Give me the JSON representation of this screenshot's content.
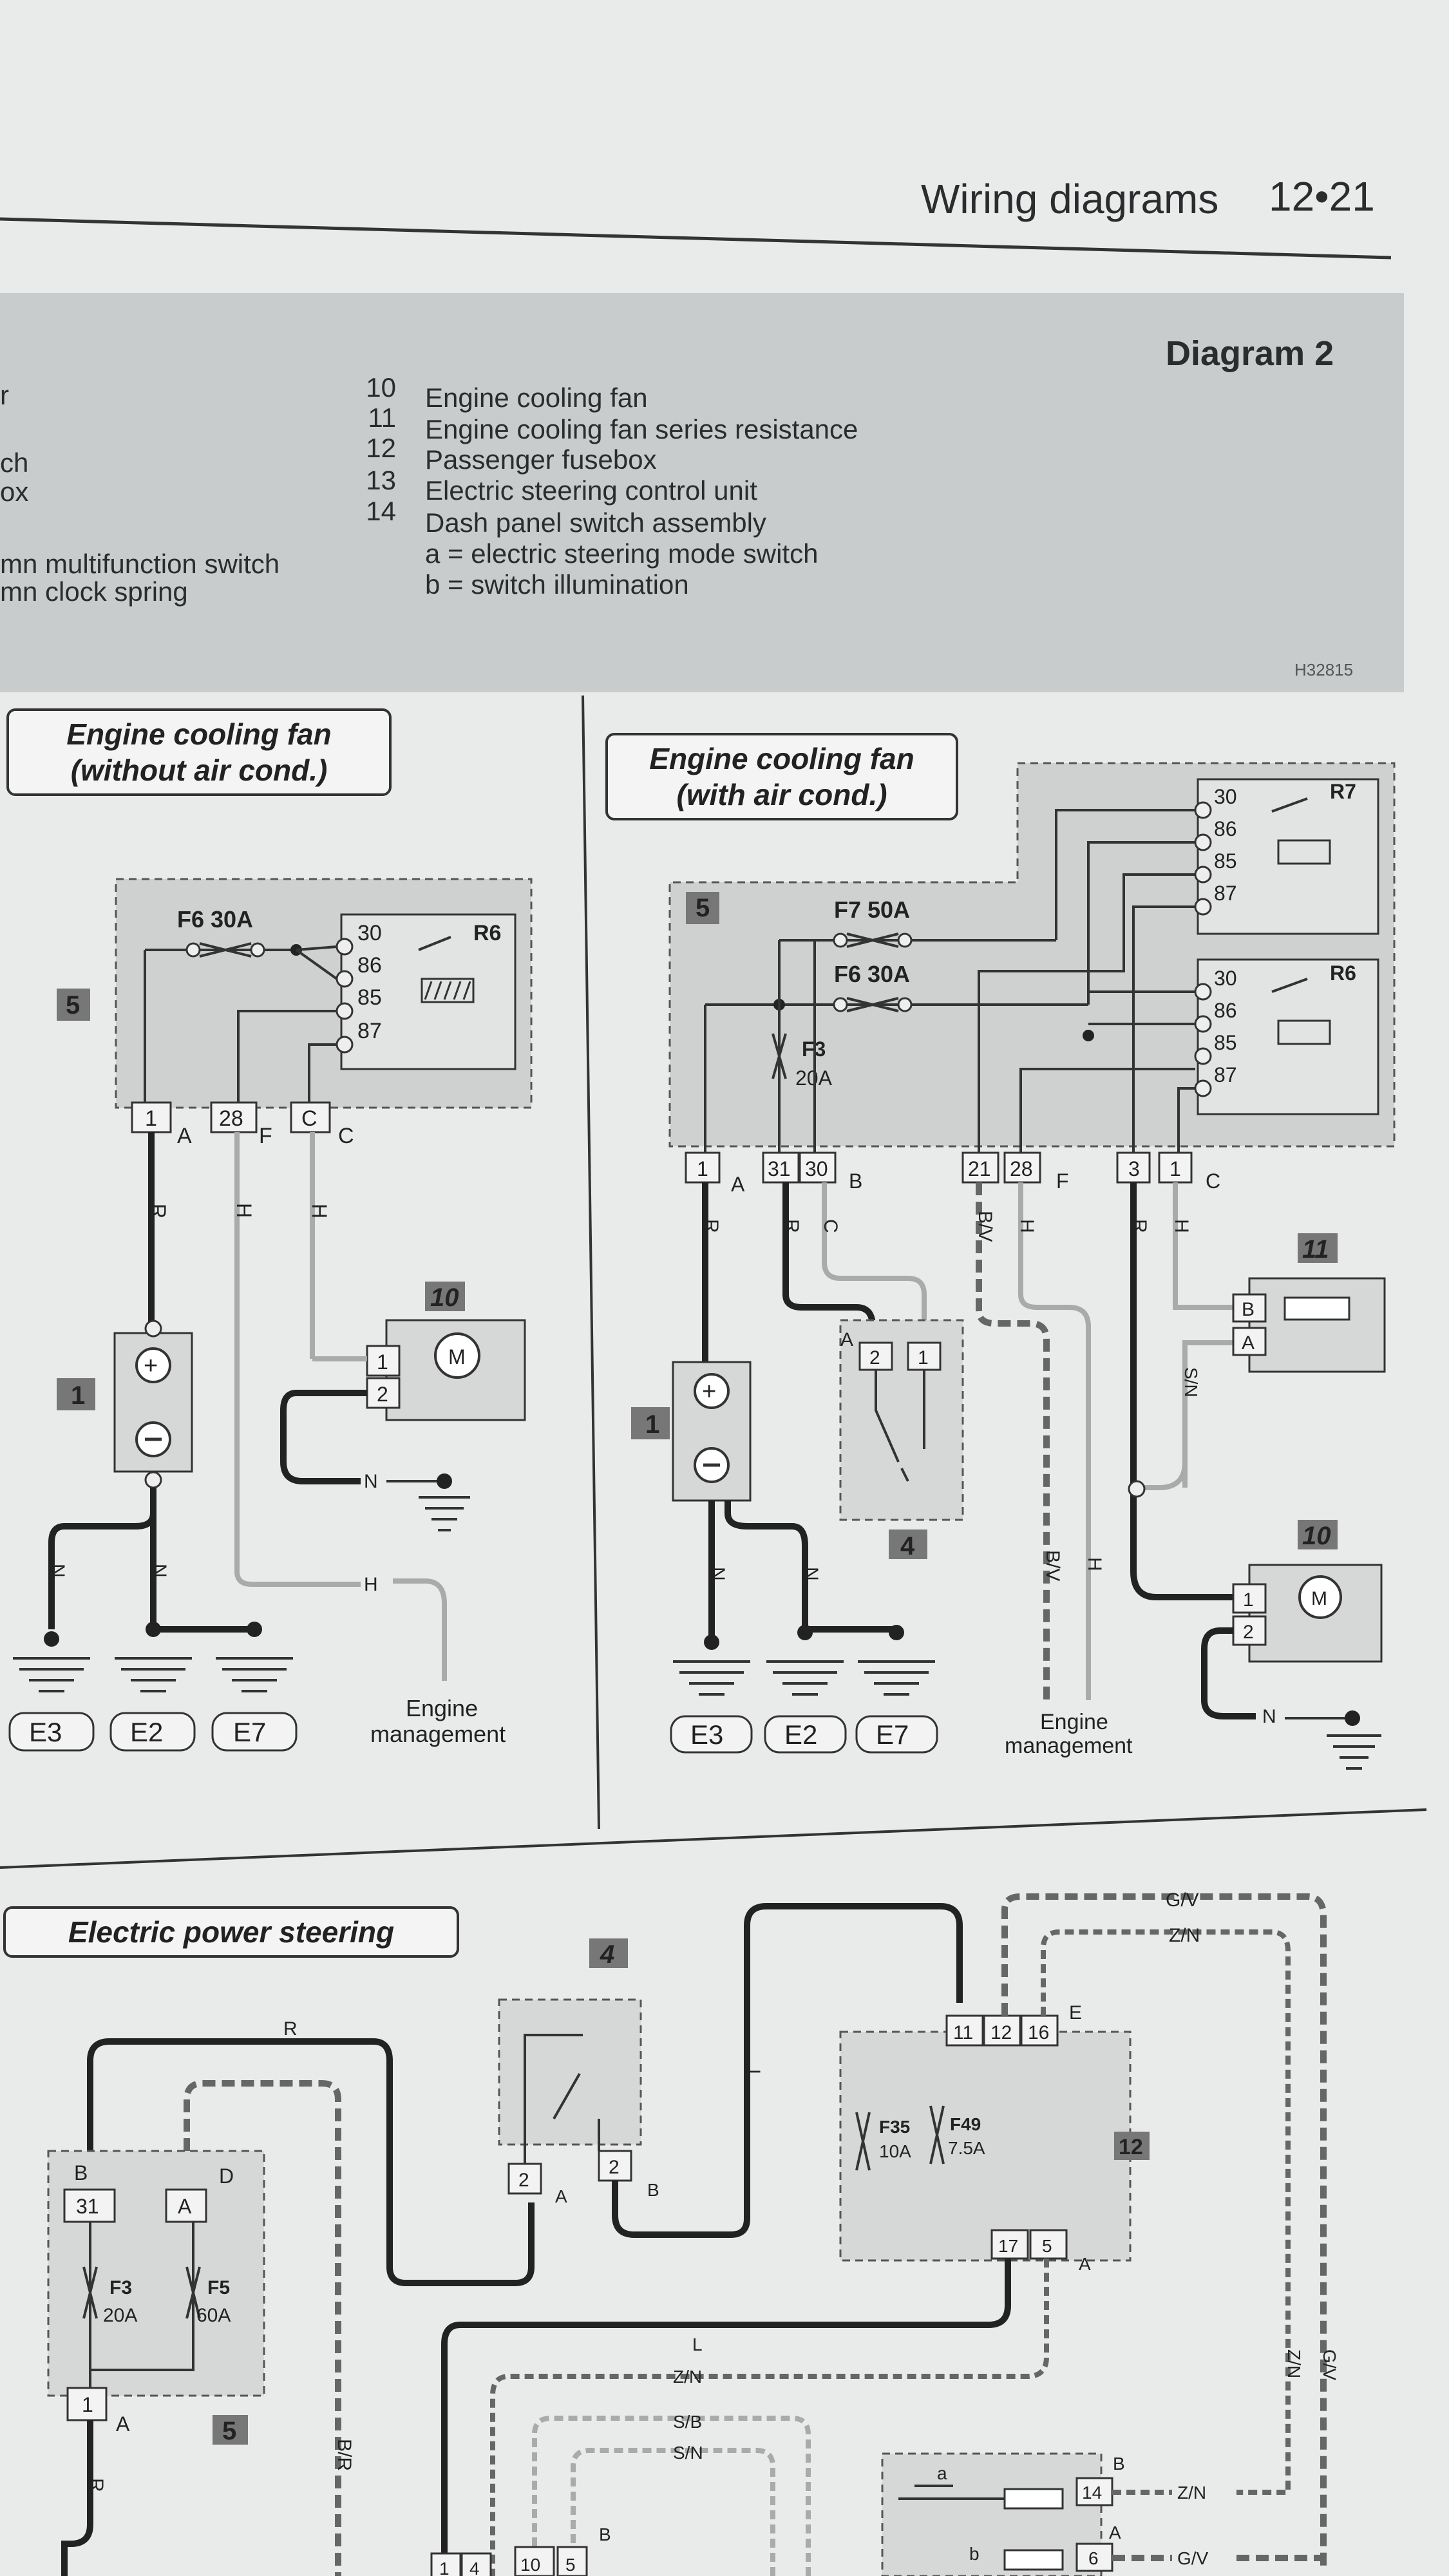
{
  "header": {
    "title": "Wiring diagrams",
    "page": "12•21"
  },
  "diagram_label": "Diagram 2",
  "legend_left": [
    "r",
    "ch",
    "ox",
    "mn multifunction switch",
    "mn clock spring"
  ],
  "legend": [
    {
      "num": "10",
      "text": "Engine cooling fan"
    },
    {
      "num": "11",
      "text": "Engine cooling fan series resistance"
    },
    {
      "num": "12",
      "text": "Passenger fusebox"
    },
    {
      "num": "13",
      "text": "Electric steering control unit"
    },
    {
      "num": "14",
      "text": "Dash panel switch assembly"
    },
    {
      "num": "",
      "text": "a = electric steering mode switch"
    },
    {
      "num": "",
      "text": "b = switch illumination"
    }
  ],
  "ref_code": "H32815",
  "panels": {
    "left_title_1": "Engine cooling fan",
    "left_title_2": "(without air cond.)",
    "right_title_1": "Engine cooling fan",
    "right_title_2": "(with air cond.)",
    "bottom_title": "Electric power steering"
  },
  "left": {
    "fuse": "F6 30A",
    "relay": "R6",
    "fusebox_num": "5",
    "pins": [
      "30",
      "86",
      "85",
      "87"
    ],
    "connectors": [
      "1",
      "28",
      "C"
    ],
    "conn_letters": [
      "A",
      "F",
      "C"
    ],
    "wire_codes": [
      "R",
      "H",
      "H"
    ],
    "battery_num": "1",
    "fan_num": "10",
    "fan_pins": [
      "1",
      "2"
    ],
    "motor": "M",
    "earths": [
      "E3",
      "E2",
      "E7"
    ],
    "n": "N",
    "h": "H",
    "engine_mgmt_1": "Engine",
    "engine_mgmt_2": "management"
  },
  "right": {
    "fuse_f7": "F7 50A",
    "fuse_f6": "F6 30A",
    "fuse_f3": "F3",
    "fuse_f3_rating": "20A",
    "relay_r7": "R7",
    "relay_r6": "R6",
    "fusebox_num": "5",
    "r7_pins": [
      "30",
      "86",
      "85",
      "87"
    ],
    "r6_pins": [
      "30",
      "86",
      "85",
      "87"
    ],
    "connectors": [
      "1",
      "31",
      "30",
      "21",
      "28",
      "3",
      "1"
    ],
    "conn_letters": [
      "A",
      "B",
      "F",
      "C"
    ],
    "wire_codes": [
      "R",
      "R",
      "C",
      "B/V",
      "H",
      "R",
      "H"
    ],
    "switch_num": "4",
    "switch_pins": [
      "2",
      "1"
    ],
    "switch_letter": "A",
    "resist_num": "11",
    "resist_pins": [
      "B",
      "A"
    ],
    "sn": "S/N",
    "fan_num": "10",
    "fan_pins": [
      "1",
      "2"
    ],
    "motor": "M",
    "battery_num": "1",
    "earths": [
      "E3",
      "E2",
      "E7"
    ],
    "n": "N",
    "bv2": "B/V",
    "h2": "H",
    "engine_mgmt_1": "Engine",
    "engine_mgmt_2": "management"
  },
  "bottom": {
    "r": "R",
    "l": "L",
    "b": "B",
    "d": "D",
    "a": "A",
    "e": "E",
    "br": "B/R",
    "conn_31": "31",
    "conn_a": "A",
    "fuse_f3": "F3",
    "fuse_f3_rating": "20A",
    "fuse_f5": "F5",
    "fuse_f5_rating": "60A",
    "fusebox5_pin": "1",
    "fusebox_num": "5",
    "switch_num": "4",
    "switch_pins": [
      "2",
      "2"
    ],
    "fusebox12_pins": [
      "11",
      "12",
      "16"
    ],
    "fusebox12_bottom": [
      "17",
      "5"
    ],
    "fusebox12_num": "12",
    "fuse_f35": "F35",
    "fuse_f35_rating": "10A",
    "fuse_f49": "F49",
    "fuse_f49_rating": "7.5A",
    "gv": "G/V",
    "zn": "Z/N",
    "sb": "S/B",
    "sn": "S/N",
    "ecu_pins": [
      "1",
      "4",
      "10",
      "5"
    ],
    "dash_pins": [
      "14",
      "6"
    ],
    "dash_a": "a",
    "dash_b": "b"
  }
}
